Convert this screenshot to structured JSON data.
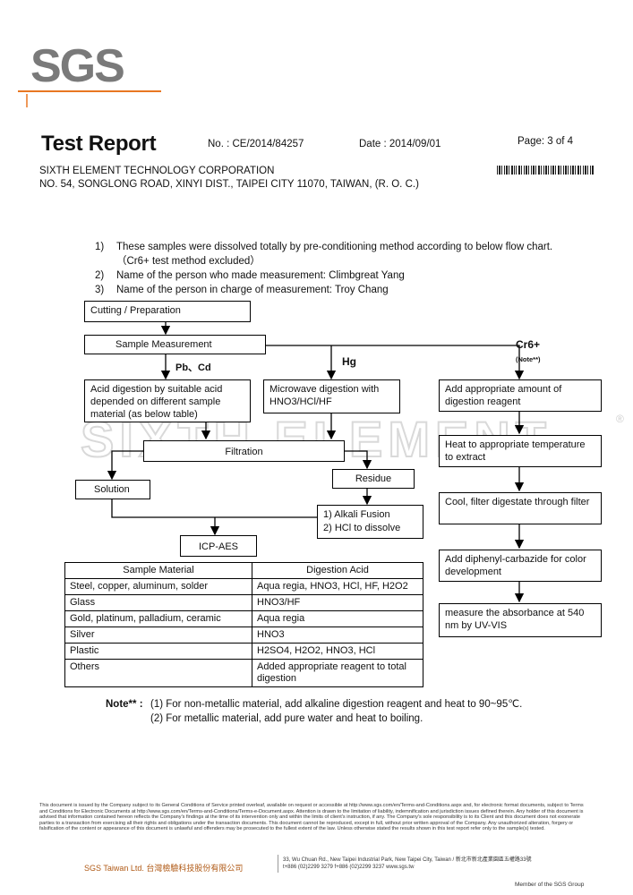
{
  "header": {
    "logo_text": "SGS",
    "title": "Test Report",
    "report_no": "No. : CE/2014/84257",
    "date": "Date : 2014/09/01",
    "page": "Page: 3 of 4",
    "company_name": "SIXTH ELEMENT TECHNOLOGY CORPORATION",
    "company_address": "NO. 54, SONGLONG ROAD, XINYI DIST., TAIPEI CITY 11070, TAIWAN, (R. O. C.)"
  },
  "notes": [
    {
      "num": "1)",
      "text": "These samples were dissolved totally by pre-conditioning method according to below flow chart."
    },
    {
      "num": "",
      "text": "（Cr6+ test method excluded）"
    },
    {
      "num": "2)",
      "text": "Name of the person who made measurement: Climbgreat Yang"
    },
    {
      "num": "3)",
      "text": "Name of the person in charge of measurement: Troy Chang"
    }
  ],
  "flow": {
    "cutting": "Cutting / Preparation",
    "sample_measurement": "Sample Measurement",
    "pb_cd": "Pb、Cd",
    "hg": "Hg",
    "cr6": "Cr6+",
    "cr_note": "(Note**)",
    "acid_digestion": "Acid digestion by suitable acid depended on different sample material (as below table)",
    "microwave": "Microwave digestion with HNO3/HCl/HF",
    "filtration": "Filtration",
    "solution": "Solution",
    "residue": "Residue",
    "alkali_1": "1)   Alkali Fusion",
    "alkali_2": "2)   HCl to dissolve",
    "icp": "ICP-AES",
    "cr_step1": "Add appropriate amount of digestion reagent",
    "cr_step2": "Heat to appropriate temperature to extract",
    "cr_step3": "Cool, filter digestate through filter",
    "cr_step4": "Add diphenyl-carbazide for color development",
    "cr_step5": "measure the absorbance at 540 nm by UV-VIS"
  },
  "table": {
    "headers": [
      "Sample Material",
      "Digestion Acid"
    ],
    "rows": [
      [
        "Steel, copper, aluminum, solder",
        "Aqua regia, HNO3, HCl, HF, H2O2"
      ],
      [
        "Glass",
        "HNO3/HF"
      ],
      [
        "Gold, platinum, palladium, ceramic",
        "Aqua regia"
      ],
      [
        "Silver",
        "HNO3"
      ],
      [
        "Plastic",
        "H2SO4, H2O2, HNO3, HCl"
      ],
      [
        "Others",
        "Added appropriate reagent to total digestion"
      ]
    ]
  },
  "note_block": {
    "label": "Note** :",
    "line1": "(1) For non-metallic material, add alkaline digestion reagent and heat to 90~95℃.",
    "line2": "(2) For metallic material, add pure water and heat to boiling."
  },
  "watermark": "SIXTH ELEMENT",
  "footer": {
    "disclaimer": "This document is issued by the Company subject to its General Conditions of Service printed overleaf, available on request or accessible at http://www.sgs.com/en/Terms-and-Conditions.aspx and, for electronic format documents, subject to Terms and Conditions for Electronic Documents at http://www.sgs.com/en/Terms-and-Conditions/Terms-e-Document.aspx. Attention is drawn to the limitation of liability, indemnification and jurisdiction issues defined therein. Any holder of this document is advised that information contained hereon reflects the Company's findings at the time of its intervention only and within the limits of client's instruction, if any. The Company's sole responsibility is to its Client and this document does not exonerate parties to a transaction from exercising all their rights and obligations under the transaction documents. This document cannot be reproduced, except in full, without prior written approval of the Company. Any unauthorized alteration, forgery or falsification of the content or appearance of this document is unlawful and offenders may be prosecuted to the fullest extent of the law. Unless otherwise stated the results shown in this test report refer only to the sample(s) tested.",
    "sgs_taiwan": "SGS Taiwan Ltd. 台灣檢驗科技股份有限公司",
    "address": "33, Wu Chuan Rd., New Taipei Industrial Park, New Taipei City, Taiwan / 新北市新北產業園區五權路33號",
    "phone": "t+886 (02)2299 3279   f+886 (02)2299 3237   www.sgs.tw",
    "member": "Member of the SGS Group"
  },
  "colors": {
    "brand_orange": "#e87722",
    "logo_grey": "#7a7a7a"
  }
}
